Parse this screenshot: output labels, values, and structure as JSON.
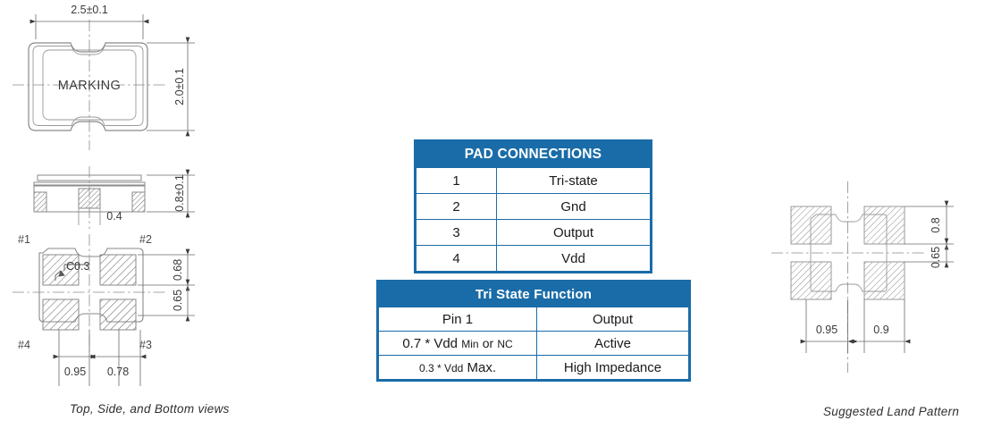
{
  "captions": {
    "left": "Top, Side, and  Bottom  views",
    "right": "Suggested Land Pattern"
  },
  "colors": {
    "table_blue": "#1a6ca8",
    "line_gray": "#808080",
    "text_dark": "#231f20"
  },
  "top_view": {
    "marking_label": "MARKING",
    "width_dim": "2.5±0.1",
    "height_dim": "2.0±0.1"
  },
  "side_view": {
    "height_dim": "0.8±0.1",
    "pad_dim": "0.4"
  },
  "bottom_view": {
    "pins": [
      "#1",
      "#2",
      "#4",
      "#3"
    ],
    "chamfer_note": "C0.3",
    "dim_top_pad": "0.68",
    "dim_pitch": "0.65",
    "dim_left": "0.95",
    "dim_right": "0.78"
  },
  "land_pattern": {
    "dim_pad_height": "0.8",
    "dim_gap": "0.65",
    "dim_left": "0.95",
    "dim_right": "0.9"
  },
  "pad_connections": {
    "title": "PAD CONNECTIONS",
    "rows": [
      {
        "pin": "1",
        "function": "Tri-state"
      },
      {
        "pin": "2",
        "function": "Gnd"
      },
      {
        "pin": "3",
        "function": "Output"
      },
      {
        "pin": "4",
        "function": "Vdd"
      }
    ]
  },
  "tri_state": {
    "title": "Tri State Function",
    "header": {
      "condition": "Pin 1",
      "result": "Output"
    },
    "rows": [
      {
        "cond_a": "0.7 * Vdd",
        "cond_b": "Min",
        "cond_c": "or",
        "cond_d": "NC",
        "result": "Active"
      },
      {
        "cond_a": "0.3 * Vdd",
        "cond_b": "Max.",
        "cond_c": "",
        "cond_d": "",
        "result": "High Impedance"
      }
    ]
  }
}
